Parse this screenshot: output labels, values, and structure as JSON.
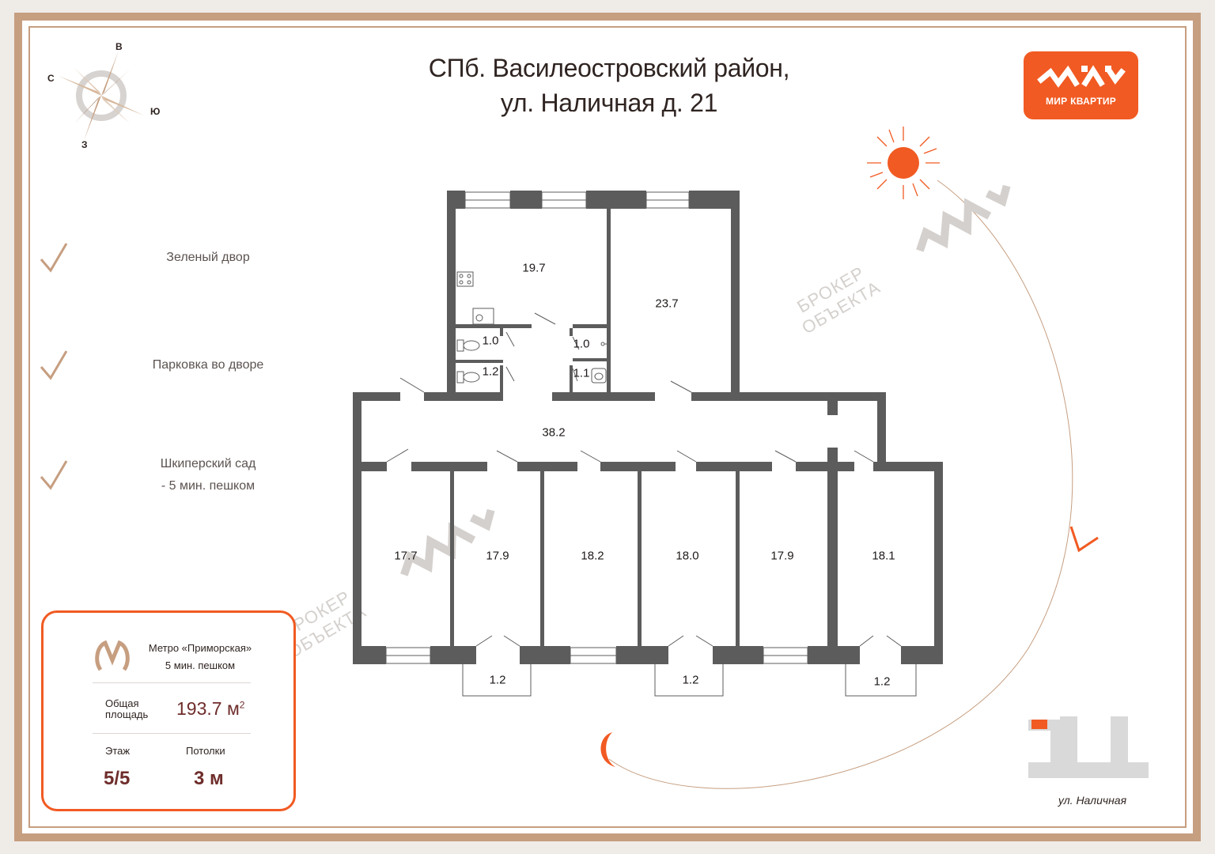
{
  "header": {
    "line1": "СПб. Василеостровский район,",
    "line2": "ул. Наличная д. 21"
  },
  "logo": {
    "text": "МИР КВАРТИР",
    "color": "#f15a22"
  },
  "compass": {
    "north": "В",
    "west": "С",
    "east": "Ю",
    "south": "З"
  },
  "features": [
    {
      "line1": "Зеленый двор",
      "line2": ""
    },
    {
      "line1": "Парковка во дворе",
      "line2": ""
    },
    {
      "line1": "Шкиперский сад",
      "line2": "- 5 мин. пешком"
    }
  ],
  "rooms": {
    "kitchen": "19.7",
    "big_room": "23.7",
    "bath1": "1.0",
    "bath2": "1.2",
    "bath3": "1.0",
    "bath4": "1.1",
    "corridor": "38.2",
    "room1": "17.7",
    "room2": "17.9",
    "room3": "18.2",
    "room4": "18.0",
    "room5": "17.9",
    "room6": "18.1",
    "balcony1": "1.2",
    "balcony2": "1.2",
    "balcony3": "1.2"
  },
  "watermarks": {
    "line1": "БРОКЕР",
    "line2": "ОБЪЕКТА"
  },
  "info": {
    "metro_line1": "Метро «Приморская»",
    "metro_line2": "5 мин. пешком",
    "area_label_1": "Общая",
    "area_label_2": "площадь",
    "area_value": "193.7 м",
    "area_sup": "2",
    "floor_label": "Этаж",
    "floor_value": "5/5",
    "ceiling_label": "Потолки",
    "ceiling_value": "3 м"
  },
  "street": "ул. Наличная",
  "colors": {
    "accent": "#f15a22",
    "frame": "#c69e80",
    "wall": "#5c5c5c",
    "value": "#6e2d2b"
  }
}
